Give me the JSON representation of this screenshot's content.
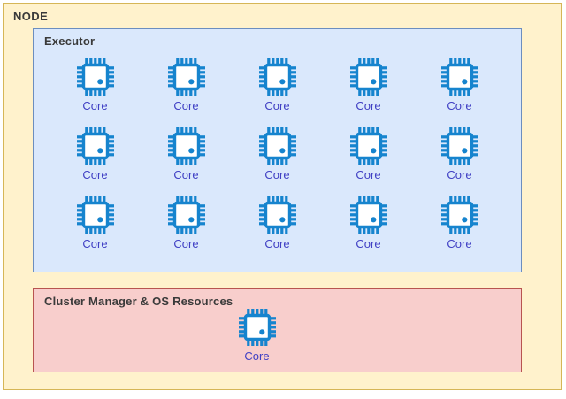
{
  "node": {
    "label": "NODE",
    "executor": {
      "label": "Executor",
      "cores": [
        "Core",
        "Core",
        "Core",
        "Core",
        "Core",
        "Core",
        "Core",
        "Core",
        "Core",
        "Core",
        "Core",
        "Core",
        "Core",
        "Core",
        "Core"
      ]
    },
    "cluster_manager": {
      "label": "Cluster Manager & OS Resources",
      "cores": [
        "Core"
      ]
    }
  },
  "icons": {
    "core": "chip-icon"
  },
  "colors": {
    "node_fill": "#FFF2CC",
    "node_border": "#D6B656",
    "executor_fill": "#DAE8FC",
    "executor_border": "#6C8EBF",
    "cluster_fill": "#F8CECC",
    "cluster_border": "#B85450",
    "chip_blue": "#1684CE",
    "core_text": "#4040C4",
    "title_text": "#3A3A3A"
  }
}
